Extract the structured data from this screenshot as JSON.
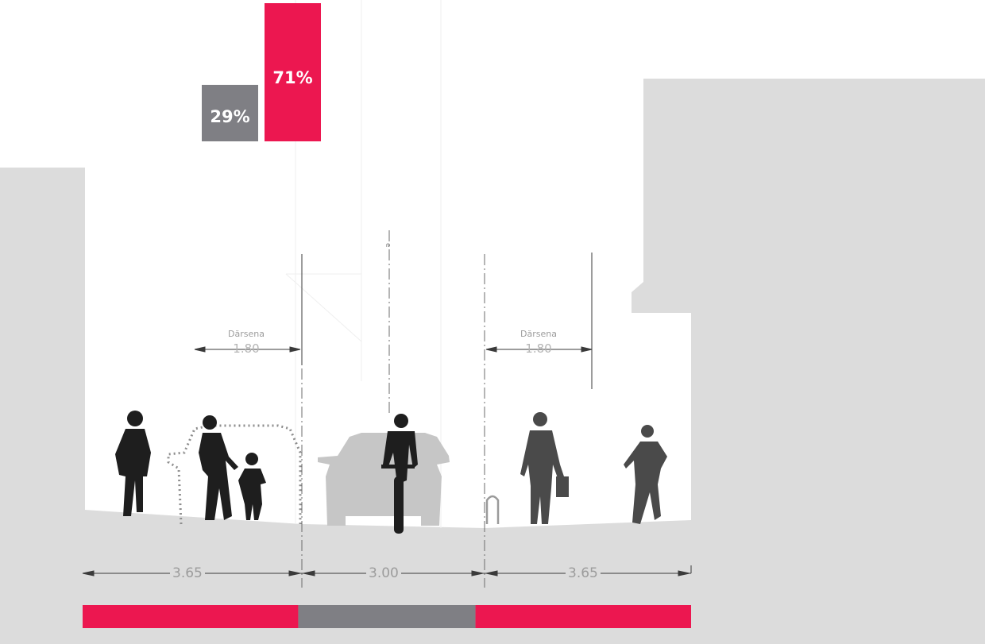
{
  "share_chart": {
    "values": [
      {
        "label": "29%",
        "value": 29,
        "color": "#7f7f84"
      },
      {
        "label": "71%",
        "value": 71,
        "color": "#ec1750"
      }
    ]
  },
  "dimensions": [
    {
      "label": "3.65",
      "value": 3.65,
      "color": "#ec1750"
    },
    {
      "label": "3.00",
      "value": 3.0,
      "color": "#7f7f84"
    },
    {
      "label": "3.65",
      "value": 3.65,
      "color": "#ec1750"
    }
  ],
  "sidewalk_notes": [
    {
      "title": "Dărsena",
      "value": "1.80"
    },
    {
      "title": "Dărsena",
      "value": "1.80"
    }
  ],
  "colors": {
    "ground": "#dcdcdc",
    "pedestrian_share": "#ec1750",
    "vehicle_share": "#7f7f84",
    "silhouette_dark": "#1e1e1e",
    "silhouette_mid": "#4a4a4a",
    "car_ghost": "#c6c6c6"
  }
}
